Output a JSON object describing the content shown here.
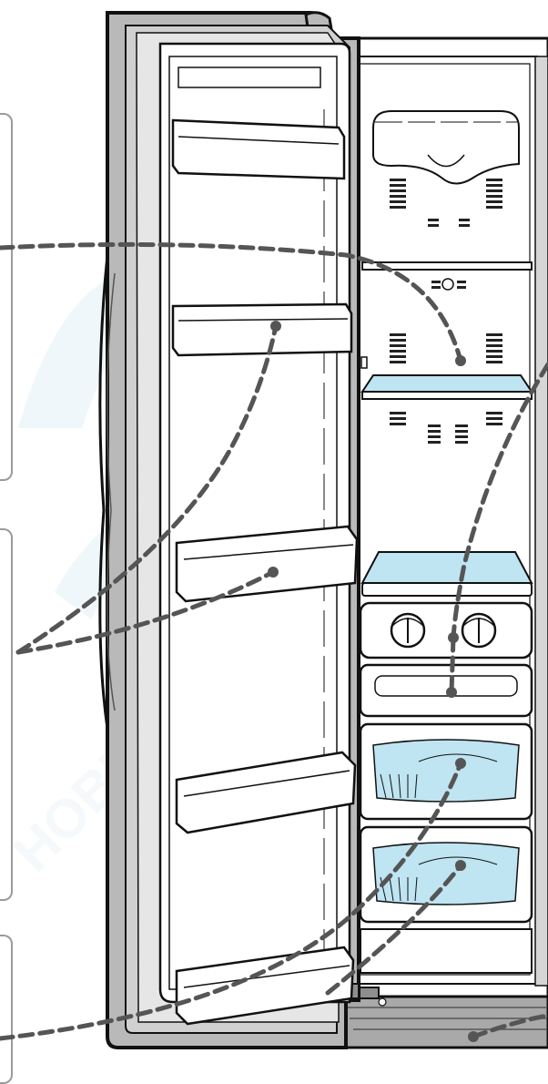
{
  "figure": {
    "callout_labels": [],
    "colors": {
      "outline": "#111111",
      "door_gray": "#b9b9b9",
      "door_dark": "#7d7d7d",
      "glass_blue": "#bfe4f2",
      "leader_line": "#555555",
      "callout_frame": "#9a9a9a",
      "watermark": "#dfeef5"
    },
    "icon_names": [
      "refrigerator-diagram",
      "leader-line",
      "callout-dot",
      "control-knob"
    ],
    "watermark_text": "HOBK"
  }
}
